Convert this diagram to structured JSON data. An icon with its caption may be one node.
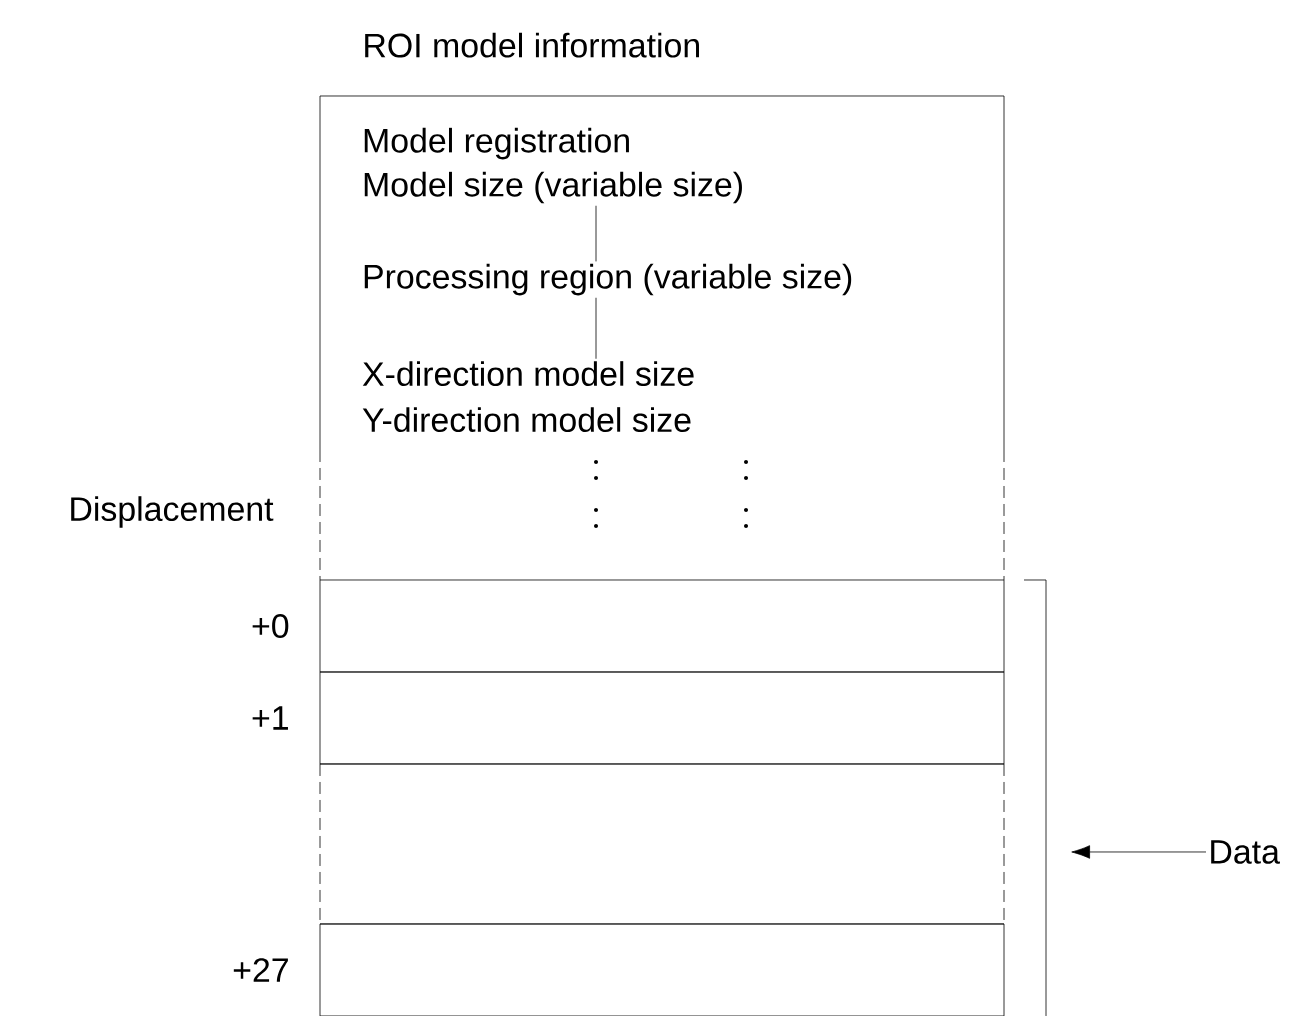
{
  "diagram": {
    "nodes": [
      {
        "text": [
          "ROI model information"
        ]
      },
      {
        "text": [
          "Model registration"
        ],
        "in": 0
      },
      {
        "text": [
          "Model size (variable size)"
        ],
        "in": 0
      },
      {
        "text": [
          "Processing region (variable size)"
        ],
        "in": 0
      },
      {
        "text": [
          "X-direction model size"
        ],
        "in": 0
      },
      {
        "text": [
          "Y-direction model size"
        ],
        "in": 0
      },
      {
        "text": [],
        "shape": "box",
        "beside": [
          "+0"
        ]
      },
      {
        "text": [],
        "shape": "box",
        "beside": [
          "+1"
        ]
      },
      {
        "text": [],
        "shape": "box"
      },
      {
        "text": [],
        "shape": "box",
        "beside": [
          "+27"
        ]
      },
      {
        "text": [
          "Data"
        ]
      }
    ],
    "edges": [
      {
        "from": 2,
        "to": 3,
        "arrow": "none"
      },
      {
        "from": 3,
        "to": 4,
        "arrow": "none"
      },
      {
        "from": 10,
        "to": null,
        "arrow": "to"
      }
    ],
    "labels": [
      "Displacement"
    ]
  }
}
